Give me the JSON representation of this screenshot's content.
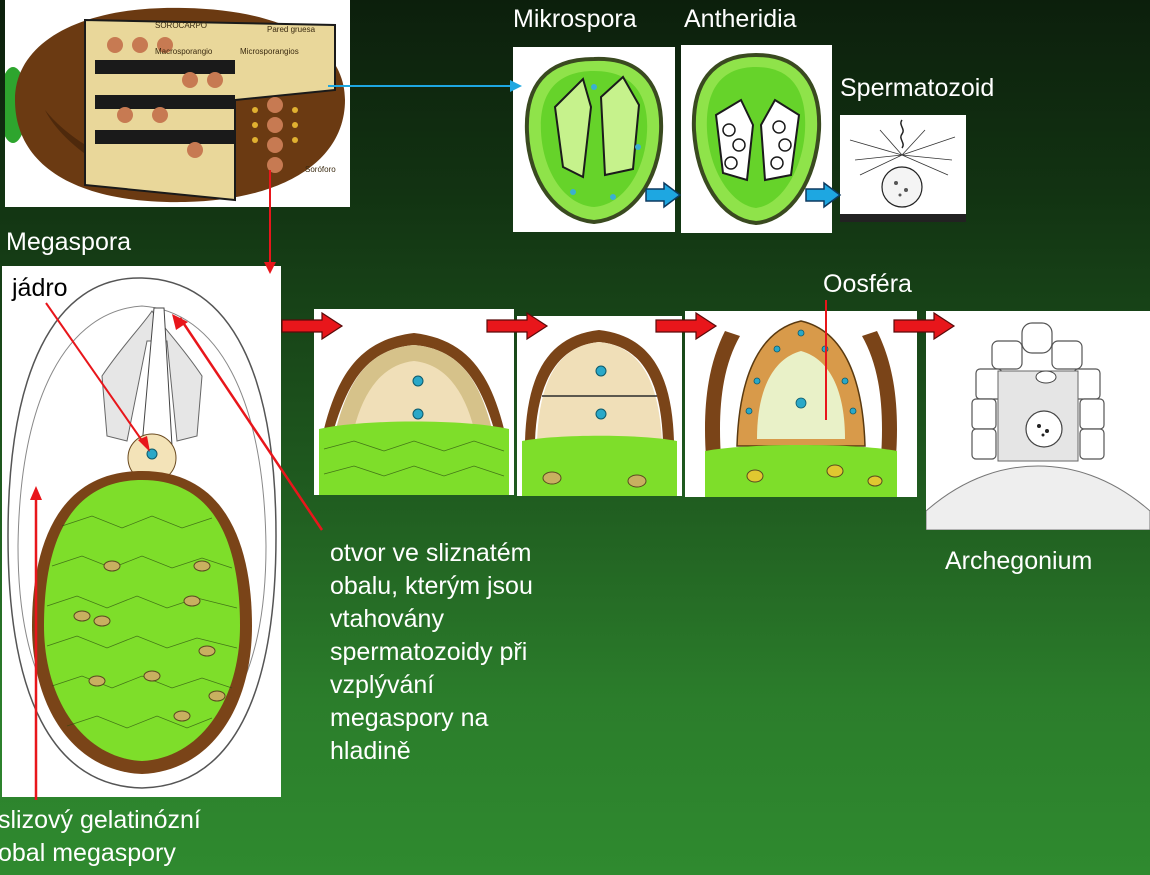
{
  "sporocarp": {
    "labels": [
      "SOROCARPO",
      "Pared gruesa",
      "Macrosporangio",
      "Microsporangios",
      "Soróforo"
    ]
  },
  "top_row": {
    "microspora": "Mikrospora",
    "antheridia": "Antheridia",
    "spermatozoid": "Spermatozoid"
  },
  "megaspora": {
    "title": "Megaspora",
    "nucleus_label": "jádro",
    "opening_label": "otvor ve sliznatém obalu, kterým jsou vtahovány spermatozoidy při vzplývání megaspory na hladině",
    "opening_lines": [
      "otvor ve sliznatém",
      "obalu, kterým jsou",
      "vtahovány",
      "spermatozoidy při",
      "vzplývání",
      "megaspory na",
      "hladině"
    ],
    "envelope_label": "slizový gelatinózní obal megaspory",
    "envelope_lines": [
      "slizový gelatinózní",
      "obal megaspory"
    ]
  },
  "development": {
    "oosfera": "Oosféra",
    "archegonium": "Archegonium"
  },
  "colors": {
    "red_arrow": "#e8161b",
    "blue_arrow": "#1ea7e1",
    "tissue_green": "#7ede2a",
    "brown_wall": "#7a4418",
    "cream": "#f0dfb8"
  }
}
